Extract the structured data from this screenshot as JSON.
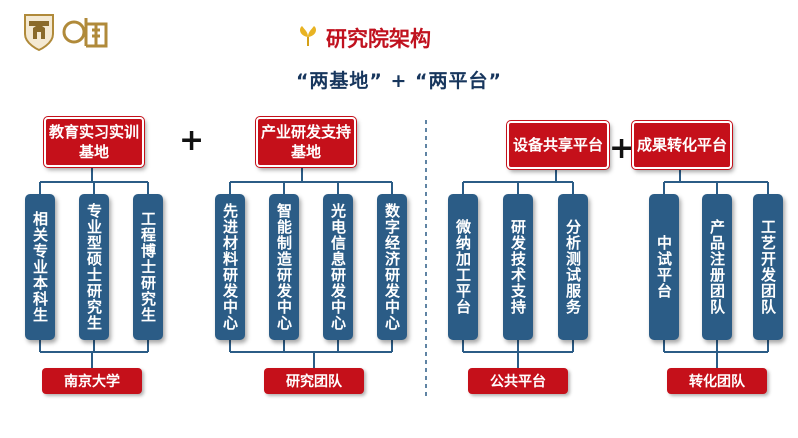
{
  "title": "研究院架构",
  "subtitle": "“两基地” + “两平台”",
  "plus_sign": "+",
  "left_top": {
    "base1": "教育实习实训基地",
    "base2": "产业研发支持基地"
  },
  "right_top": {
    "platform1": "设备共享平台",
    "platform2": "成果转化平台"
  },
  "columns": [
    "相关专业本科生",
    "专业型硕士研究生",
    "工程博士研究生",
    "先进材料研发中心",
    "智能制造研发中心",
    "光电信息研发中心",
    "数字经济研发中心",
    "微纳加工平台",
    "研发技术支持",
    "分析测试服务",
    "中试平台",
    "产品注册团队",
    "工艺开发团队"
  ],
  "bottom": {
    "b1": "南京大学",
    "b2": "研究团队",
    "b3": "公共平台",
    "b4": "转化团队"
  }
}
